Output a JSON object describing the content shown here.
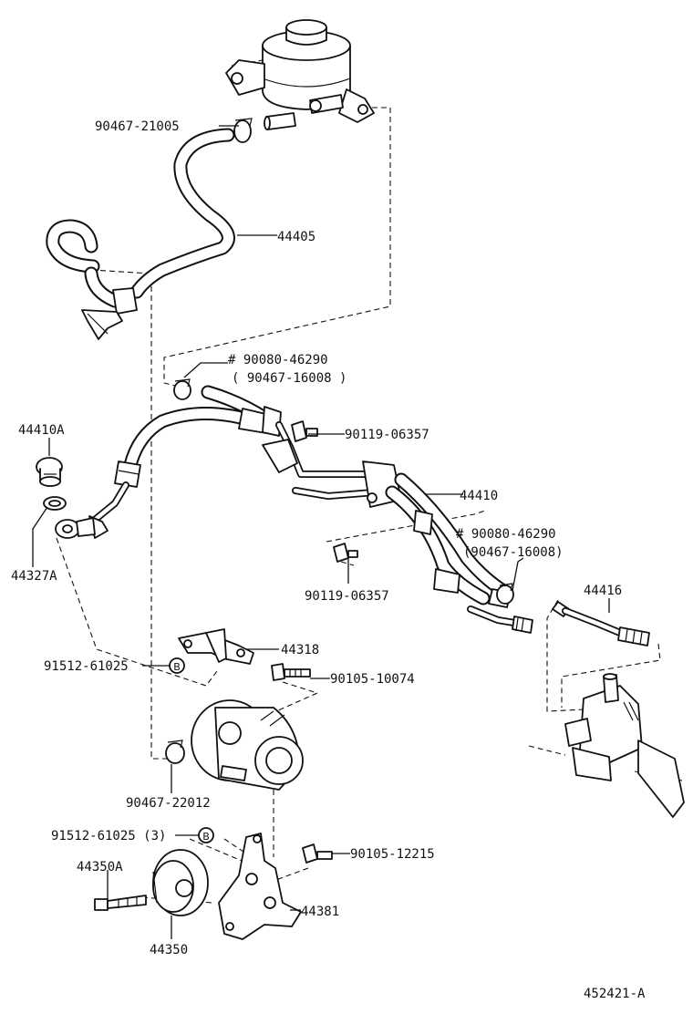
{
  "drawing_id": "452421-A",
  "labels": {
    "p90467_21005": "90467-21005",
    "p44405": "44405",
    "p90080_46290_a": "# 90080-46290",
    "p90467_16008_a": "( 90467-16008 )",
    "p90119_06357_a": "90119-06357",
    "p44410A": "44410A",
    "p44410": "44410",
    "p44327A": "44327A",
    "p90080_46290_b": "# 90080-46290",
    "p90467_16008_b": "(90467-16008)",
    "p44416": "44416",
    "p90119_06357_b": "90119-06357",
    "p44318": "44318",
    "p91512_61025": "91512-61025",
    "p90105_10074": "90105-10074",
    "p90467_22012": "90467-22012",
    "p91512_61025_3": "91512-61025 (3)",
    "p90105_12215": "90105-12215",
    "p44350A": "44350A",
    "p44381": "44381",
    "p44350": "44350"
  },
  "markers": {
    "b1": "B",
    "b2": "B"
  }
}
